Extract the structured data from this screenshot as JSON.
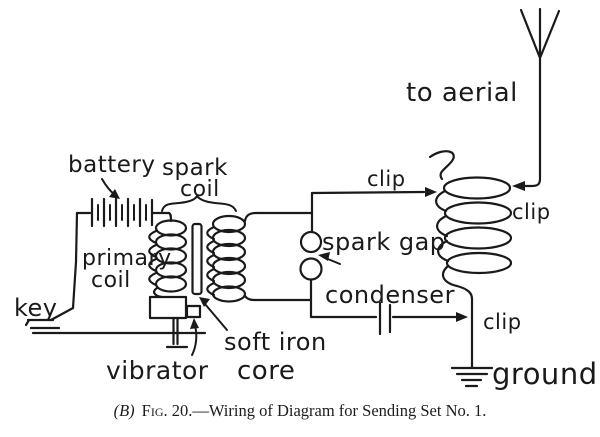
{
  "figure": {
    "caption": {
      "prefix": "(B)",
      "fig": "Fig. 20.",
      "rest": "—Wiring of Diagram for Sending Set No. 1."
    }
  },
  "labels": {
    "battery": "battery",
    "spark_coil_top": "spark",
    "spark_coil_bottom": "coil",
    "primary_coil_top": "primary",
    "primary_coil_bottom": "coil",
    "key": "key",
    "vibrator": "vibrator",
    "soft_iron_top": "soft iron",
    "soft_iron_bottom": "core",
    "spark_gap": "spark gap",
    "condenser": "condenser",
    "clip_top": "clip",
    "clip_right": "clip",
    "clip_bottom": "clip",
    "to_aerial": "to aerial",
    "ground": "ground"
  },
  "colors": {
    "ink": "#1a1a1a",
    "paper": "#ffffff"
  }
}
